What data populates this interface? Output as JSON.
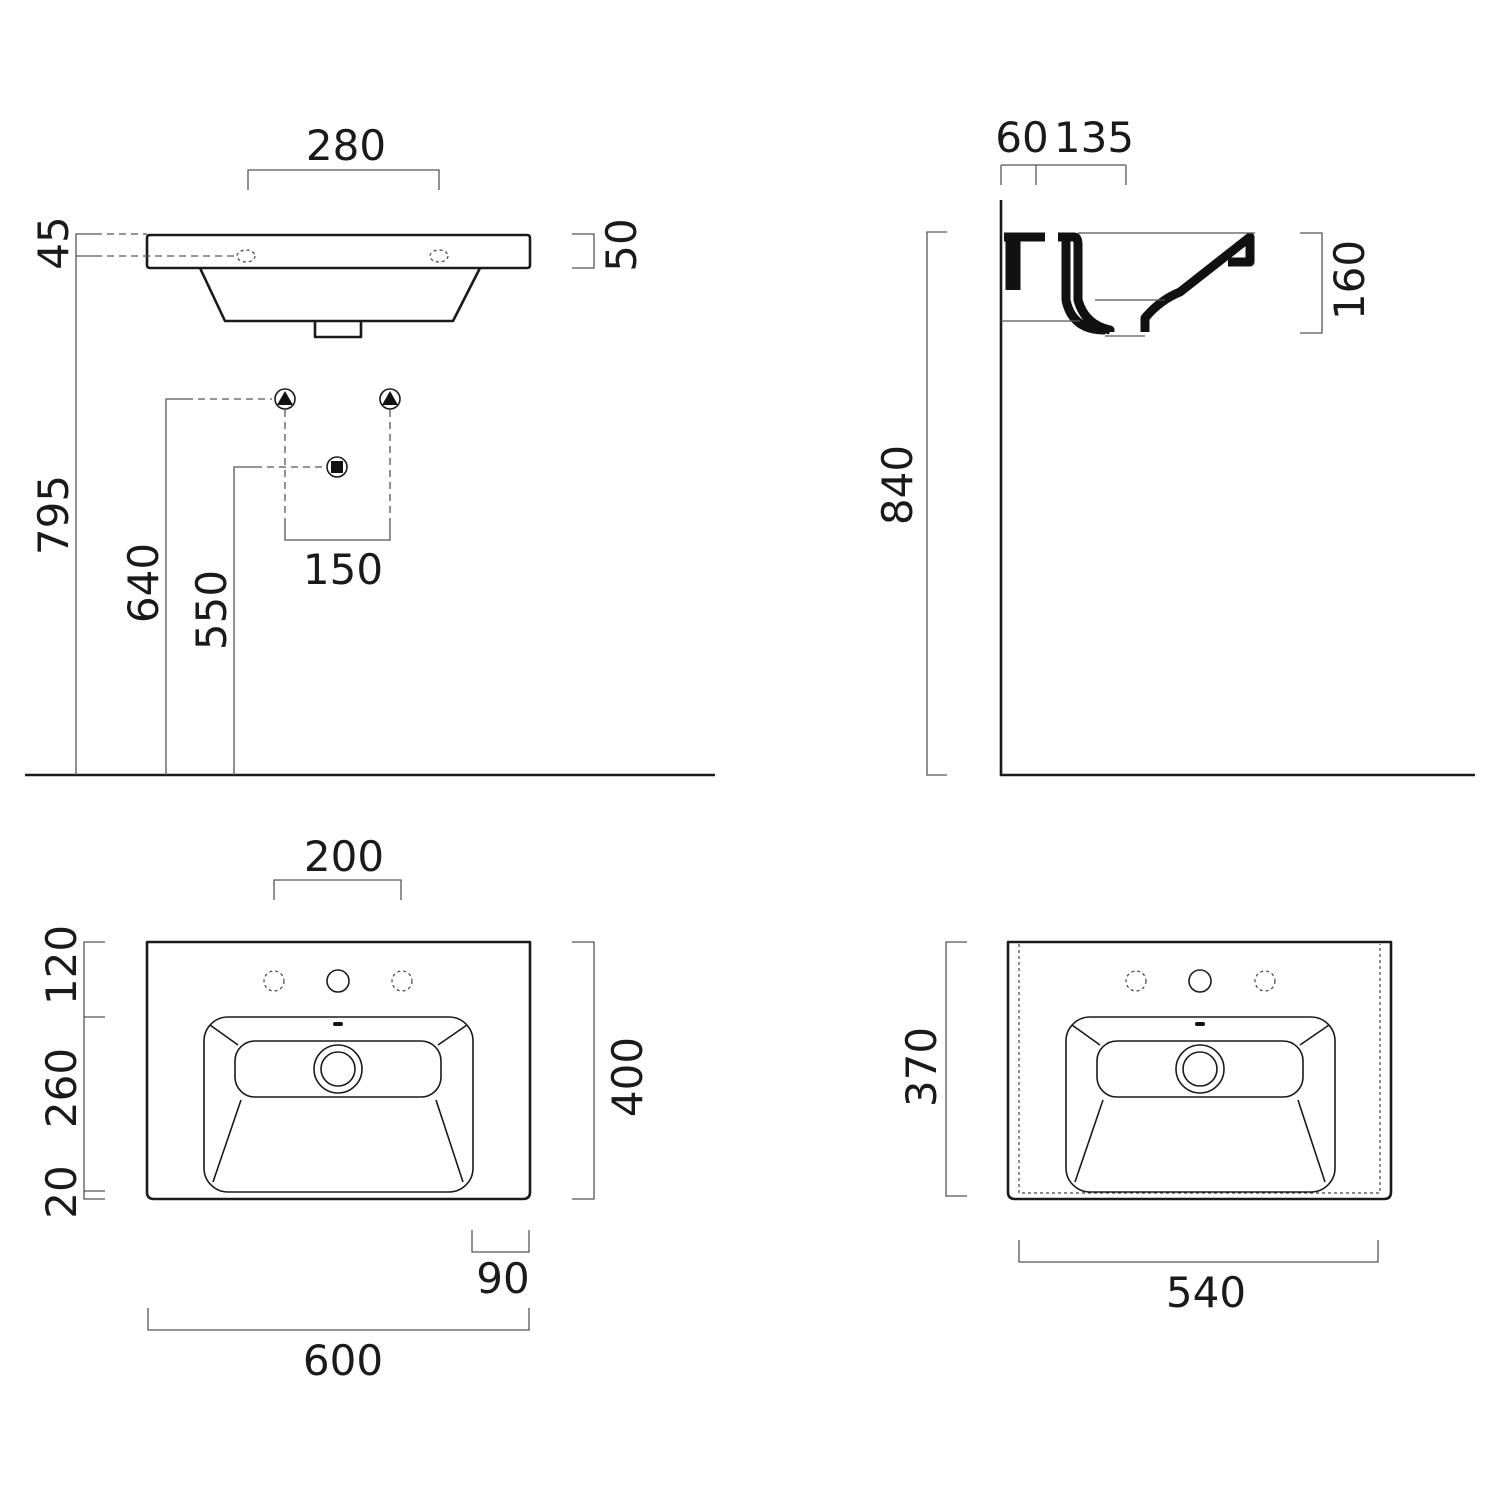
{
  "title": "Washbasin technical drawing",
  "views": {
    "front_elevation": {
      "tap_spacing": "280",
      "rim_top": "45",
      "rim_thickness": "50",
      "overflow_height": "795",
      "supply_height": "640",
      "waste_height": "550",
      "supply_spacing": "150"
    },
    "side_section": {
      "wall_to_tap": "60",
      "tap_to_bowl": "135",
      "bowl_depth": "160",
      "total_height": "840"
    },
    "plan": {
      "hole_spacing": "200",
      "back_to_holes": "120",
      "bowl_length": "260",
      "front_edge": "20",
      "depth": "400",
      "corner": "90",
      "width": "600"
    },
    "plan_alt": {
      "depth": "370",
      "width": "540"
    }
  },
  "colors": {
    "line": "#1a1a1a",
    "dim_line": "#555555"
  }
}
